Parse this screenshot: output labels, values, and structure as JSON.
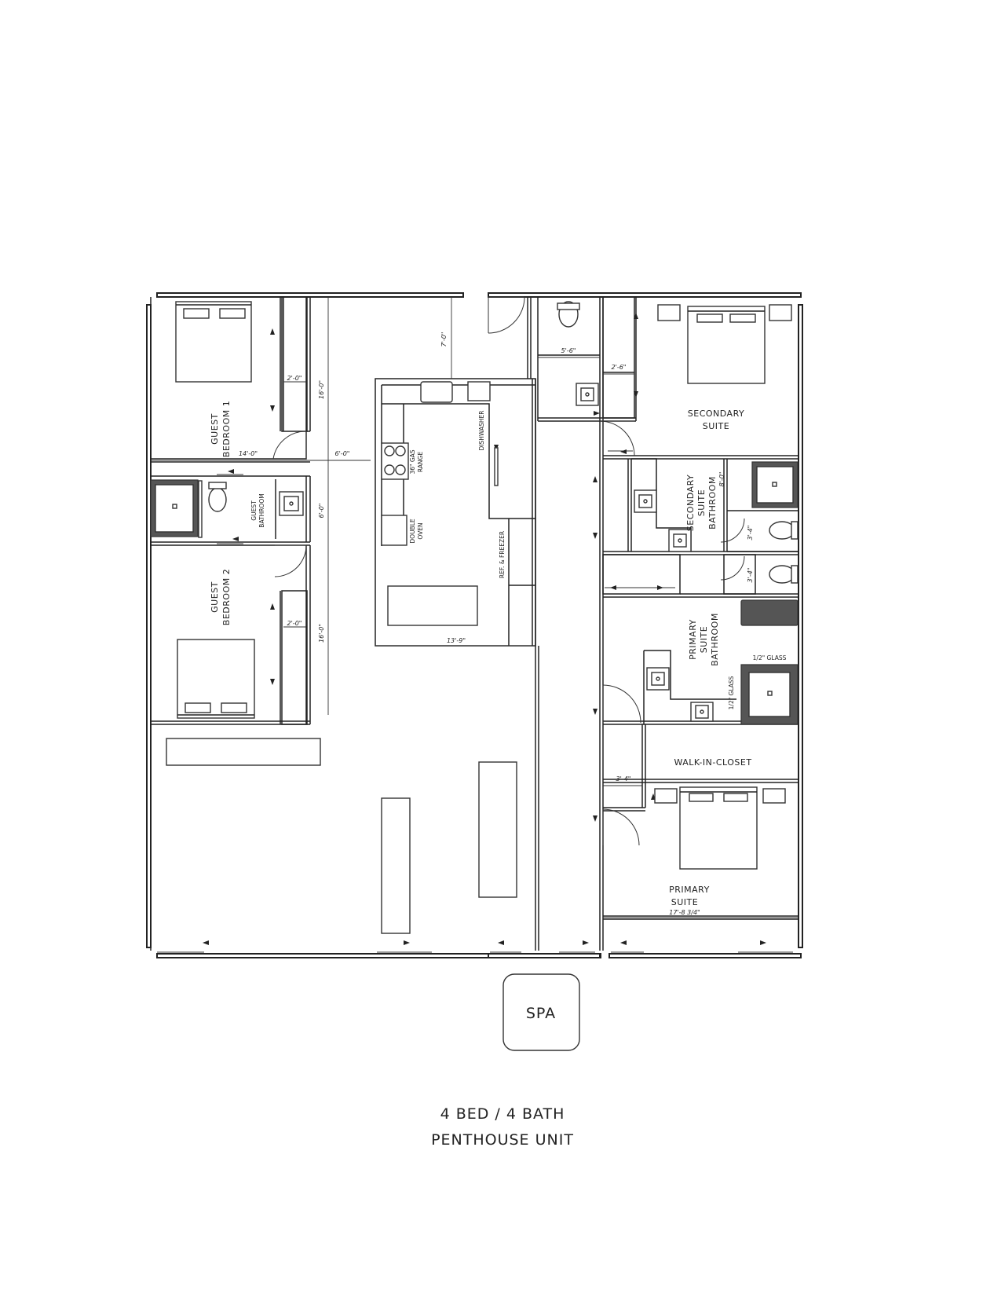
{
  "title": {
    "line1": "4 BED / 4 BATH",
    "line2": "PENTHOUSE UNIT"
  },
  "spa": "SPA",
  "rooms": {
    "guest_bedroom_1": [
      "GUEST",
      "BEDROOM 1"
    ],
    "guest_bedroom_2": [
      "GUEST",
      "BEDROOM 2"
    ],
    "guest_bathroom": [
      "GUEST",
      "BATHROOM"
    ],
    "secondary_suite": [
      "SECONDARY",
      "SUITE"
    ],
    "secondary_suite_bathroom": [
      "SECONDARY",
      "SUITE",
      "BATHROOM"
    ],
    "primary_suite_bathroom": [
      "PRIMARY",
      "SUITE",
      "BATHROOM"
    ],
    "walk_in_closet": "WALK-IN-CLOSET",
    "primary_suite": [
      "PRIMARY",
      "SUITE"
    ]
  },
  "appliances": {
    "gas_range": [
      "36\" GAS",
      "RANGE"
    ],
    "dishwasher": "DISHWASHER",
    "double_oven": [
      "DOUBLE",
      "OVEN"
    ],
    "ref_freezer": "REF. & FREEZER"
  },
  "glass_labels": {
    "top": "1/2\" GLASS",
    "side": "1/2\" GLASS"
  },
  "dimensions": {
    "gb1_width": "14'-0\"",
    "gb1_height": "16'-0\"",
    "gb1_closet": "2'-0\"",
    "hall_width": "6'-0\"",
    "guest_bath_height": "6'-0\"",
    "gb2_height": "16'-0\"",
    "gb2_closet": "2'-0\"",
    "entry_depth": "7'-0\"",
    "kitchen_width": "13'-9\"",
    "powder_width": "5'-6\"",
    "ss_closet": "2'-6\"",
    "ss_bath": "8'-0\"",
    "wc_1": "3'-4\"",
    "wc_2": "3'-4\"",
    "wic_closet": "3'-4\"",
    "ps_width": "17'-8 3/4\""
  }
}
